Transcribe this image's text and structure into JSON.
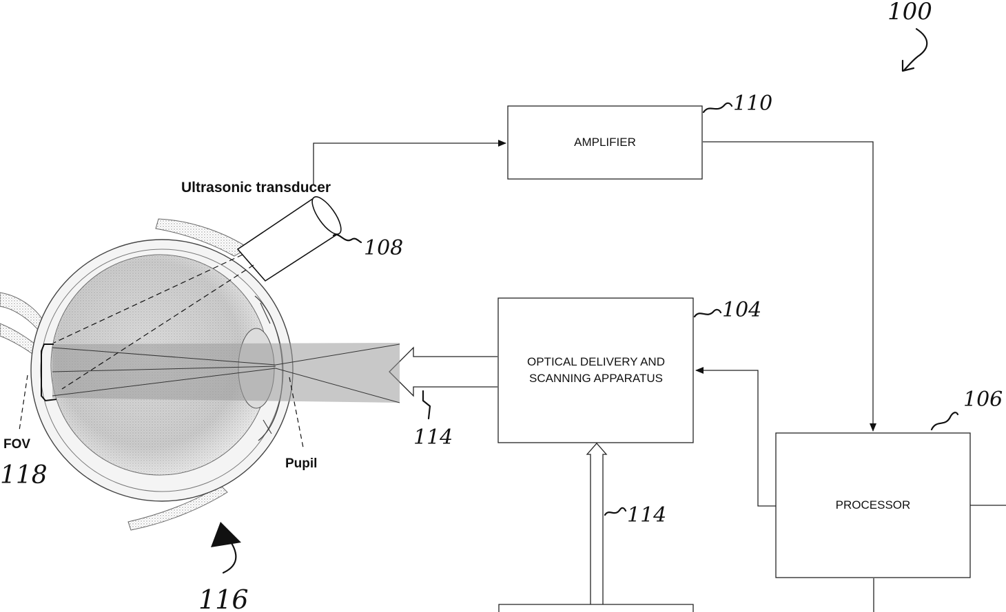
{
  "figure": {
    "ref_main": "100",
    "blocks": {
      "amplifier": {
        "label": "AMPLIFIER",
        "ref": "110"
      },
      "optical": {
        "line1": "OPTICAL DELIVERY AND",
        "line2": "SCANNING APPARATUS",
        "ref": "104"
      },
      "processor": {
        "label": "PROCESSOR",
        "ref": "106"
      }
    },
    "eye": {
      "transducer_label": "Ultrasonic transducer",
      "transducer_ref": "108",
      "fov_label": "FOV",
      "fov_ref": "118",
      "pupil_label": "Pupil",
      "eye_ref": "116"
    },
    "beam_ref_left": "114",
    "beam_ref_bottom": "114"
  }
}
